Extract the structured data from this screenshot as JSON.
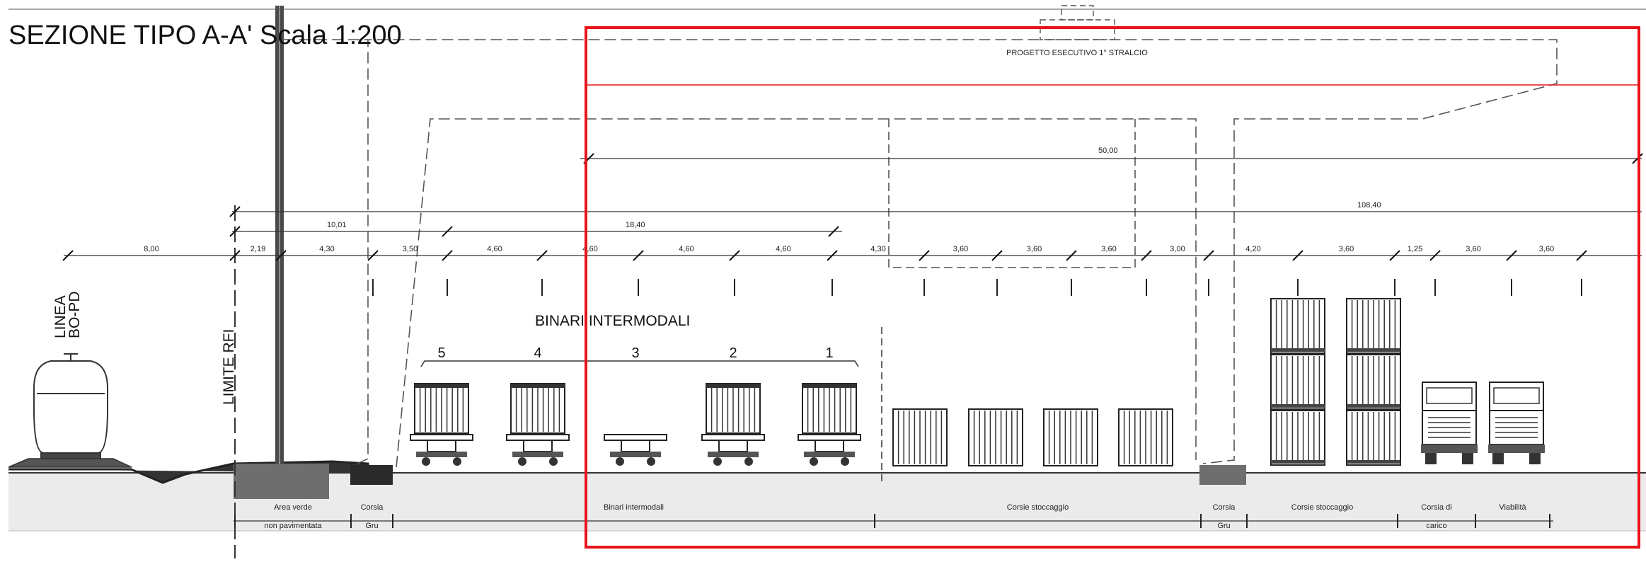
{
  "title": "SEZIONE TIPO A-A' Scala 1:200",
  "project_label": "PROGETTO ESECUTIVO 1° STRALCIO",
  "line_label": [
    "LINEA",
    "BO-PD"
  ],
  "rfi_label": "LIMITE RFI",
  "tracks_title": "BINARI INTERMODALI",
  "track_numbers": [
    "5",
    "4",
    "3",
    "2",
    "1"
  ],
  "dimensions": {
    "overall_top": "50,00",
    "overall_right": "108,40",
    "left_group": "10,01",
    "mid_group": "18,40",
    "bottom_row": [
      "8,00",
      "2,19",
      "4,30",
      "3,50",
      "4,60",
      "4,60",
      "4,60",
      "4,60",
      "4,30",
      "3,60",
      "3,60",
      "3,60",
      "3,00",
      "4,20",
      "3,60",
      "1,25",
      "3,60",
      "3,60"
    ]
  },
  "zones": [
    {
      "name": "area_verde",
      "lines": [
        "Area verde",
        "non pavimentata"
      ]
    },
    {
      "name": "corsia_gru_left",
      "lines": [
        "Corsia",
        "Gru"
      ]
    },
    {
      "name": "binari_intermodali",
      "lines": [
        "Binari intermodali"
      ]
    },
    {
      "name": "corsie_stoccaggio_1",
      "lines": [
        "Corsie stoccaggio"
      ]
    },
    {
      "name": "corsia_gru_right",
      "lines": [
        "Corsia",
        "Gru"
      ]
    },
    {
      "name": "corsie_stoccaggio_2",
      "lines": [
        "Corsie stoccaggio"
      ]
    },
    {
      "name": "corsia_carico",
      "lines": [
        "Corsia di",
        "carico"
      ]
    },
    {
      "name": "viabilita",
      "lines": [
        "Viabilità"
      ]
    }
  ],
  "highlight_color": "#e8141c"
}
